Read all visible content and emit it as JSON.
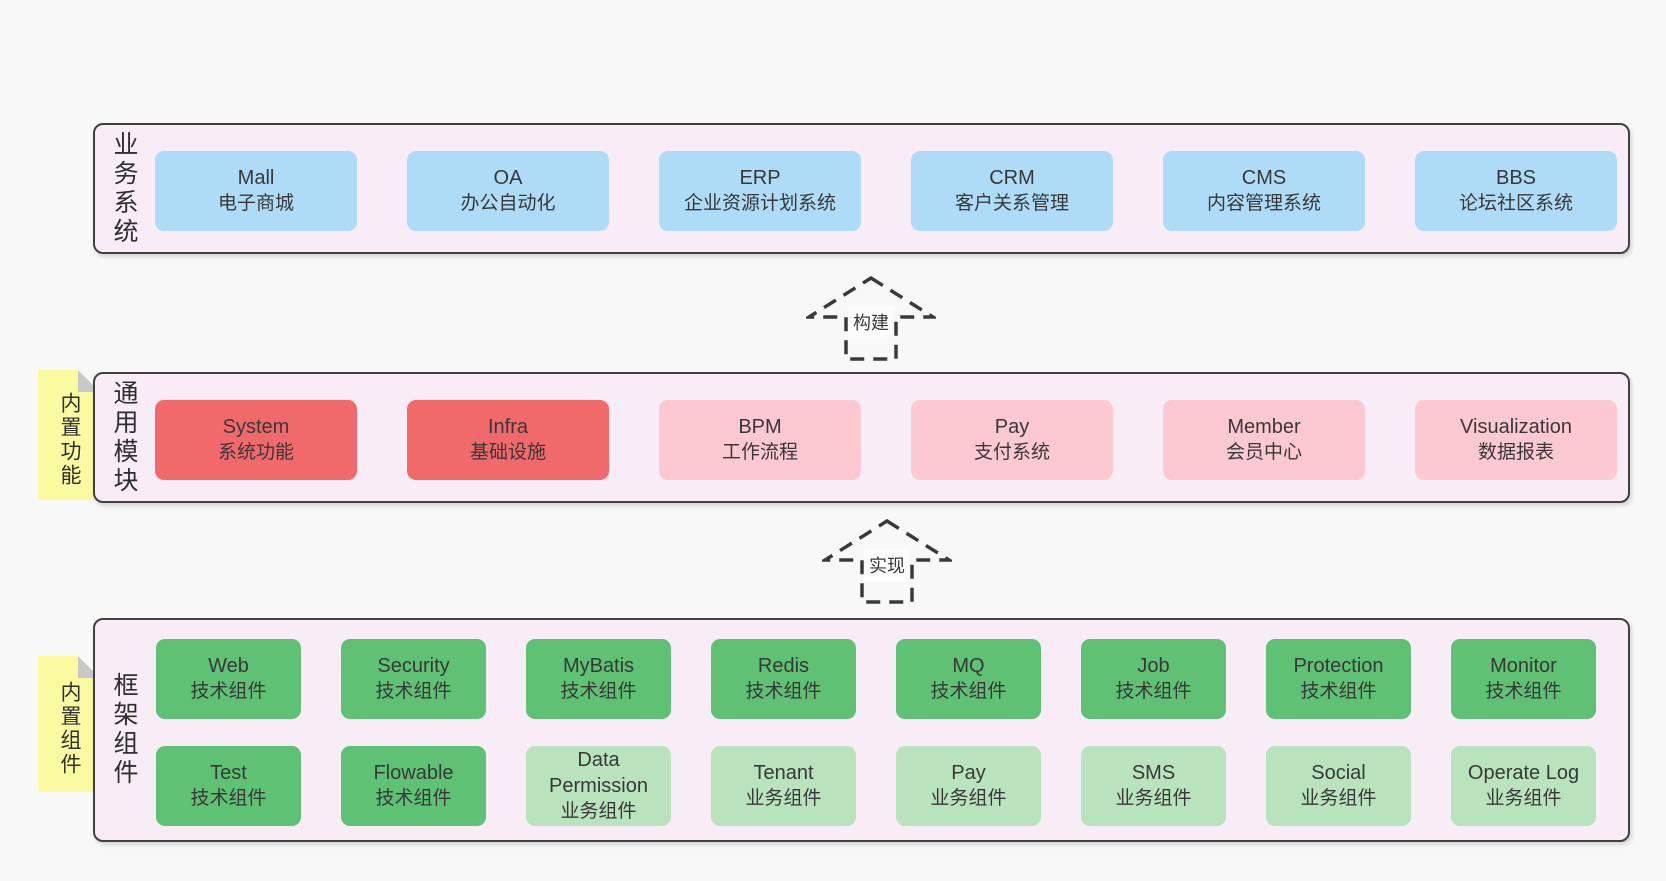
{
  "palette": {
    "page_bg": "#f8f8f8",
    "panel_bg": "#f8edf6",
    "panel_border": "#414141",
    "blue": "#aedcf6",
    "red": "#f1696b",
    "pink": "#fcc8d1",
    "green": "#5ec173",
    "green_light": "#b9e3bd",
    "sticky_yellow": "#fafaa1",
    "sticky_fold": "#c8c8c8",
    "text": "#383838"
  },
  "stickies": {
    "builtin_features": "内置功能",
    "builtin_components": "内置组件"
  },
  "arrows": {
    "build_label": "构建",
    "implement_label": "实现"
  },
  "panels": {
    "business": {
      "label": "业务系统",
      "boxes": [
        {
          "title": "Mall",
          "subtitle": "电子商城",
          "variant": "blue"
        },
        {
          "title": "OA",
          "subtitle": "办公自动化",
          "variant": "blue"
        },
        {
          "title": "ERP",
          "subtitle": "企业资源计划系统",
          "variant": "blue"
        },
        {
          "title": "CRM",
          "subtitle": "客户关系管理",
          "variant": "blue"
        },
        {
          "title": "CMS",
          "subtitle": "内容管理系统",
          "variant": "blue"
        },
        {
          "title": "BBS",
          "subtitle": "论坛社区系统",
          "variant": "blue"
        }
      ]
    },
    "modules": {
      "label": "通用模块",
      "boxes": [
        {
          "title": "System",
          "subtitle": "系统功能",
          "variant": "red"
        },
        {
          "title": "Infra",
          "subtitle": "基础设施",
          "variant": "red"
        },
        {
          "title": "BPM",
          "subtitle": "工作流程",
          "variant": "pink"
        },
        {
          "title": "Pay",
          "subtitle": "支付系统",
          "variant": "pink"
        },
        {
          "title": "Member",
          "subtitle": "会员中心",
          "variant": "pink"
        },
        {
          "title": "Visualization",
          "subtitle": "数据报表",
          "variant": "pink"
        }
      ]
    },
    "components": {
      "label": "框架组件",
      "rows": [
        [
          {
            "title": "Web",
            "subtitle": "技术组件",
            "variant": "green"
          },
          {
            "title": "Security",
            "subtitle": "技术组件",
            "variant": "green"
          },
          {
            "title": "MyBatis",
            "subtitle": "技术组件",
            "variant": "green"
          },
          {
            "title": "Redis",
            "subtitle": "技术组件",
            "variant": "green"
          },
          {
            "title": "MQ",
            "subtitle": "技术组件",
            "variant": "green"
          },
          {
            "title": "Job",
            "subtitle": "技术组件",
            "variant": "green"
          },
          {
            "title": "Protection",
            "subtitle": "技术组件",
            "variant": "green"
          },
          {
            "title": "Monitor",
            "subtitle": "技术组件",
            "variant": "green"
          }
        ],
        [
          {
            "title": "Test",
            "subtitle": "技术组件",
            "variant": "green"
          },
          {
            "title": "Flowable",
            "subtitle": "技术组件",
            "variant": "green"
          },
          {
            "title": "Data Permission",
            "subtitle": "业务组件",
            "variant": "green-light"
          },
          {
            "title": "Tenant",
            "subtitle": "业务组件",
            "variant": "green-light"
          },
          {
            "title": "Pay",
            "subtitle": "业务组件",
            "variant": "green-light"
          },
          {
            "title": "SMS",
            "subtitle": "业务组件",
            "variant": "green-light"
          },
          {
            "title": "Social",
            "subtitle": "业务组件",
            "variant": "green-light"
          },
          {
            "title": "Operate Log",
            "subtitle": "业务组件",
            "variant": "green-light"
          }
        ]
      ]
    }
  }
}
